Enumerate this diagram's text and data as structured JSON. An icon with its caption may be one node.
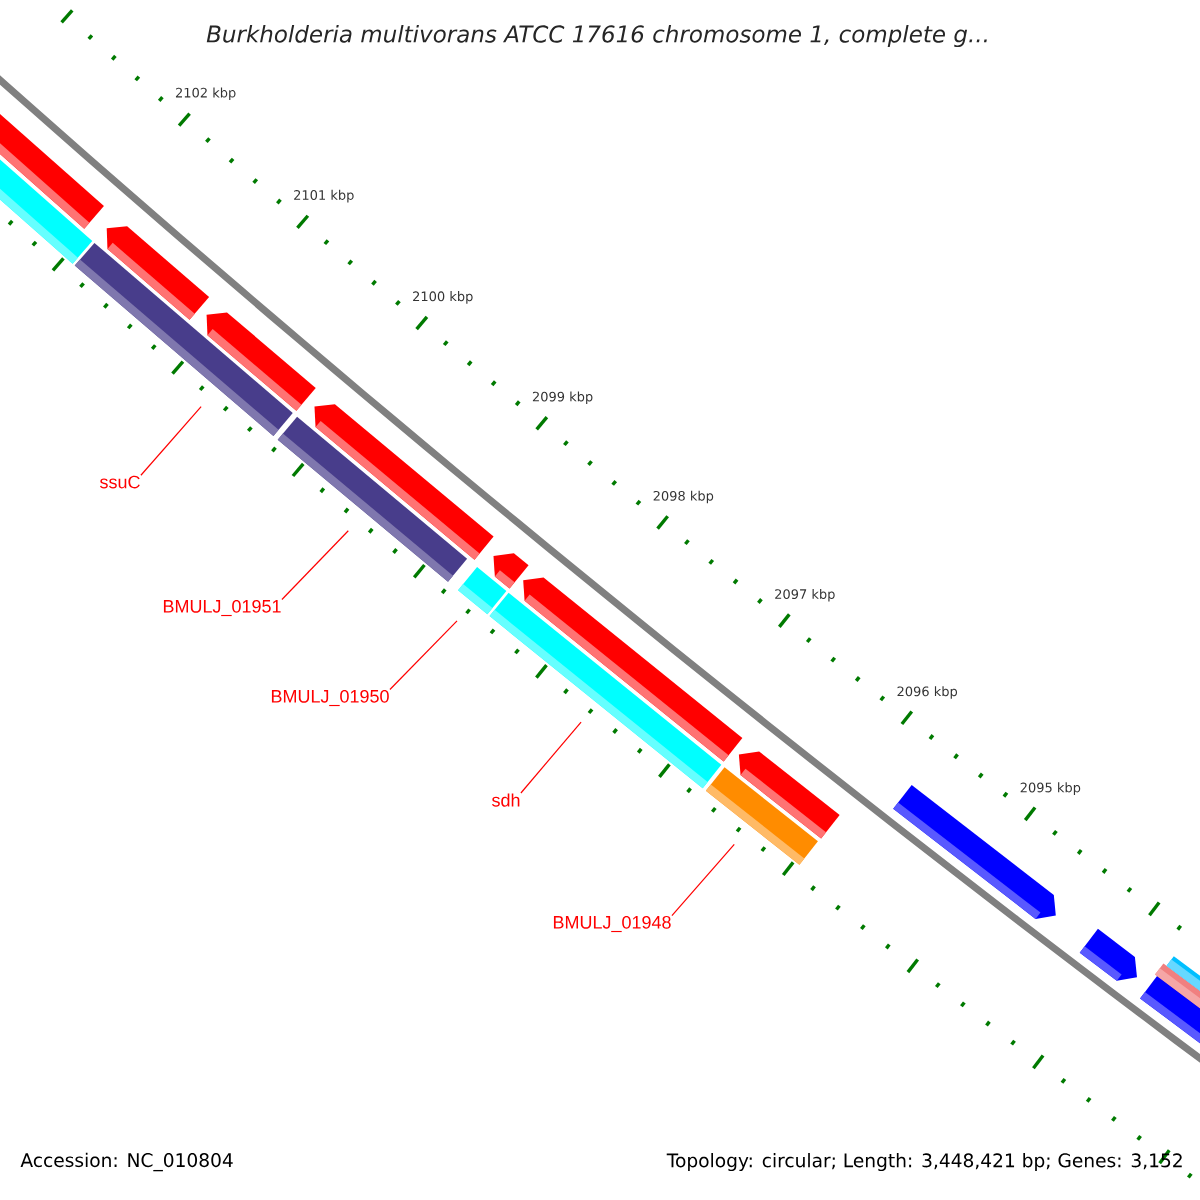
{
  "diagram": {
    "title": "Burkholderia multivorans ATCC 17616 chromosome 1, complete g...",
    "nodes": [
      {
        "text": [
          "ssuC"
        ]
      },
      {
        "text": [
          "BMULJ_01951"
        ]
      },
      {
        "text": [
          "BMULJ_01950"
        ]
      },
      {
        "text": [
          "sdh"
        ]
      },
      {
        "text": [
          "BMULJ_01948"
        ]
      },
      {
        "text": [],
        "shape": "arrow"
      },
      {
        "text": [],
        "shape": "bar"
      },
      {
        "text": [],
        "shape": "bar"
      },
      {
        "text": [],
        "shape": "arrow"
      },
      {
        "text": [],
        "shape": "arrow"
      },
      {
        "text": [],
        "shape": "bar"
      },
      {
        "text": [],
        "shape": "arrow"
      },
      {
        "text": [],
        "shape": "bar"
      },
      {
        "text": [],
        "shape": "arrow"
      },
      {
        "text": [],
        "shape": "bar"
      },
      {
        "text": [],
        "shape": "arrow"
      },
      {
        "text": [],
        "shape": "bar"
      },
      {
        "text": [],
        "shape": "arrow"
      },
      {
        "text": [],
        "shape": "arrow"
      },
      {
        "text": [],
        "shape": "arrow"
      },
      {
        "text": [],
        "shape": "arrow"
      },
      {
        "text": [],
        "shape": "bar"
      },
      {
        "text": [],
        "shape": "bar"
      }
    ],
    "edges": [
      {
        "from": 0,
        "to": 7,
        "arrow": "none"
      },
      {
        "from": 1,
        "to": 10,
        "arrow": "none"
      },
      {
        "from": 2,
        "to": 12,
        "arrow": "none"
      },
      {
        "from": 3,
        "to": 14,
        "arrow": "none"
      },
      {
        "from": 4,
        "to": 16,
        "arrow": "none"
      }
    ],
    "labels": [
      "2102 kbp",
      "2101 kbp",
      "2100 kbp",
      "2099 kbp",
      "2098 kbp",
      "2097 kbp",
      "2096 kbp",
      "2095 kbp",
      "Accession: NC_010804",
      "Topology: circular; Length: 3,448,421 bp; Genes: 3,152"
    ]
  }
}
